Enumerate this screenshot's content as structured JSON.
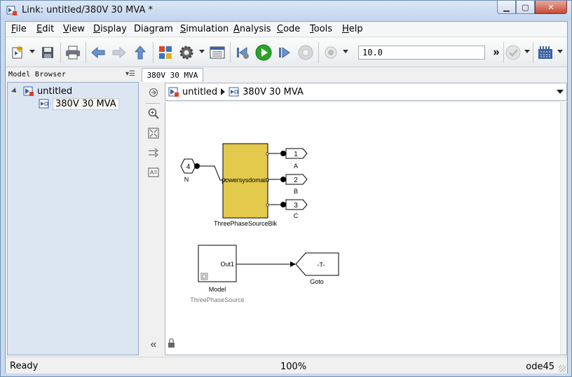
{
  "window": {
    "title": "Link: untitled/380V 30 MVA *"
  },
  "menu": [
    {
      "label": "File",
      "accel": "F",
      "rest": "ile"
    },
    {
      "label": "Edit",
      "accel": "E",
      "rest": "dit"
    },
    {
      "label": "View",
      "accel": "V",
      "rest": "iew"
    },
    {
      "label": "Display",
      "accel": "D",
      "rest": "isplay"
    },
    {
      "label": "Diagram",
      "accel": "",
      "rest": "Diagram"
    },
    {
      "label": "Simulation",
      "accel": "S",
      "rest": "imulation"
    },
    {
      "label": "Analysis",
      "accel": "A",
      "rest": "nalysis"
    },
    {
      "label": "Code",
      "accel": "C",
      "rest": "ode"
    },
    {
      "label": "Tools",
      "accel": "T",
      "rest": "ools"
    },
    {
      "label": "Help",
      "accel": "H",
      "rest": "elp"
    }
  ],
  "toolbar": {
    "stop_time": "10.0",
    "more": "»"
  },
  "model_browser": {
    "header": "Model Browser",
    "header_menu": "▾☰",
    "root": "untitled",
    "child": "380V 30 MVA"
  },
  "tab": {
    "label": "380V 30 MVA"
  },
  "breadcrumb": {
    "root": "untitled",
    "child": "380V 30 MVA"
  },
  "diagram": {
    "source_block_text": "powersysdomain",
    "source_block_name": "ThreePhaseSourceBlk",
    "inport_n_number": "4",
    "inport_n_label": "N",
    "outports": [
      {
        "number": "1",
        "label": "A"
      },
      {
        "number": "2",
        "label": "B"
      },
      {
        "number": "3",
        "label": "C"
      }
    ],
    "model_block_port": "Out1",
    "model_block_name": "Model",
    "model_block_ref": "ThreePhaseSource",
    "goto_tag": "-T-",
    "goto_name": "Goto"
  },
  "palette": {
    "collapse": "«"
  },
  "status": {
    "state": "Ready",
    "zoom": "100%",
    "solver": "ode45"
  },
  "colors": {
    "source_block_fill": "#e3c94c",
    "browser_bg": "#dce6f2",
    "title_bg": "#c9d9ee",
    "run_green": "#2aa52a"
  }
}
